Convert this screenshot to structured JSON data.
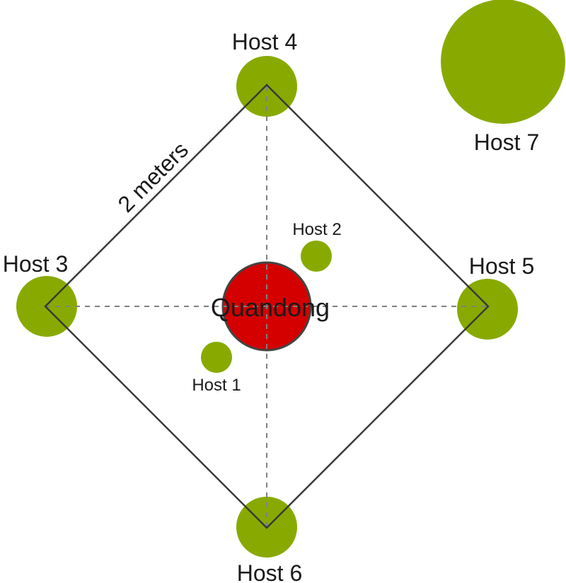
{
  "diagram": {
    "center_node": {
      "label": "Quandong",
      "color": "#d40000"
    },
    "scale_label": "2 meters",
    "host_color": "#88aa00",
    "hosts": [
      {
        "id": "host1",
        "label": "Host 1"
      },
      {
        "id": "host2",
        "label": "Host 2"
      },
      {
        "id": "host3",
        "label": "Host 3"
      },
      {
        "id": "host4",
        "label": "Host 4"
      },
      {
        "id": "host5",
        "label": "Host 5"
      },
      {
        "id": "host6",
        "label": "Host 6"
      },
      {
        "id": "host7",
        "label": "Host 7"
      }
    ]
  }
}
